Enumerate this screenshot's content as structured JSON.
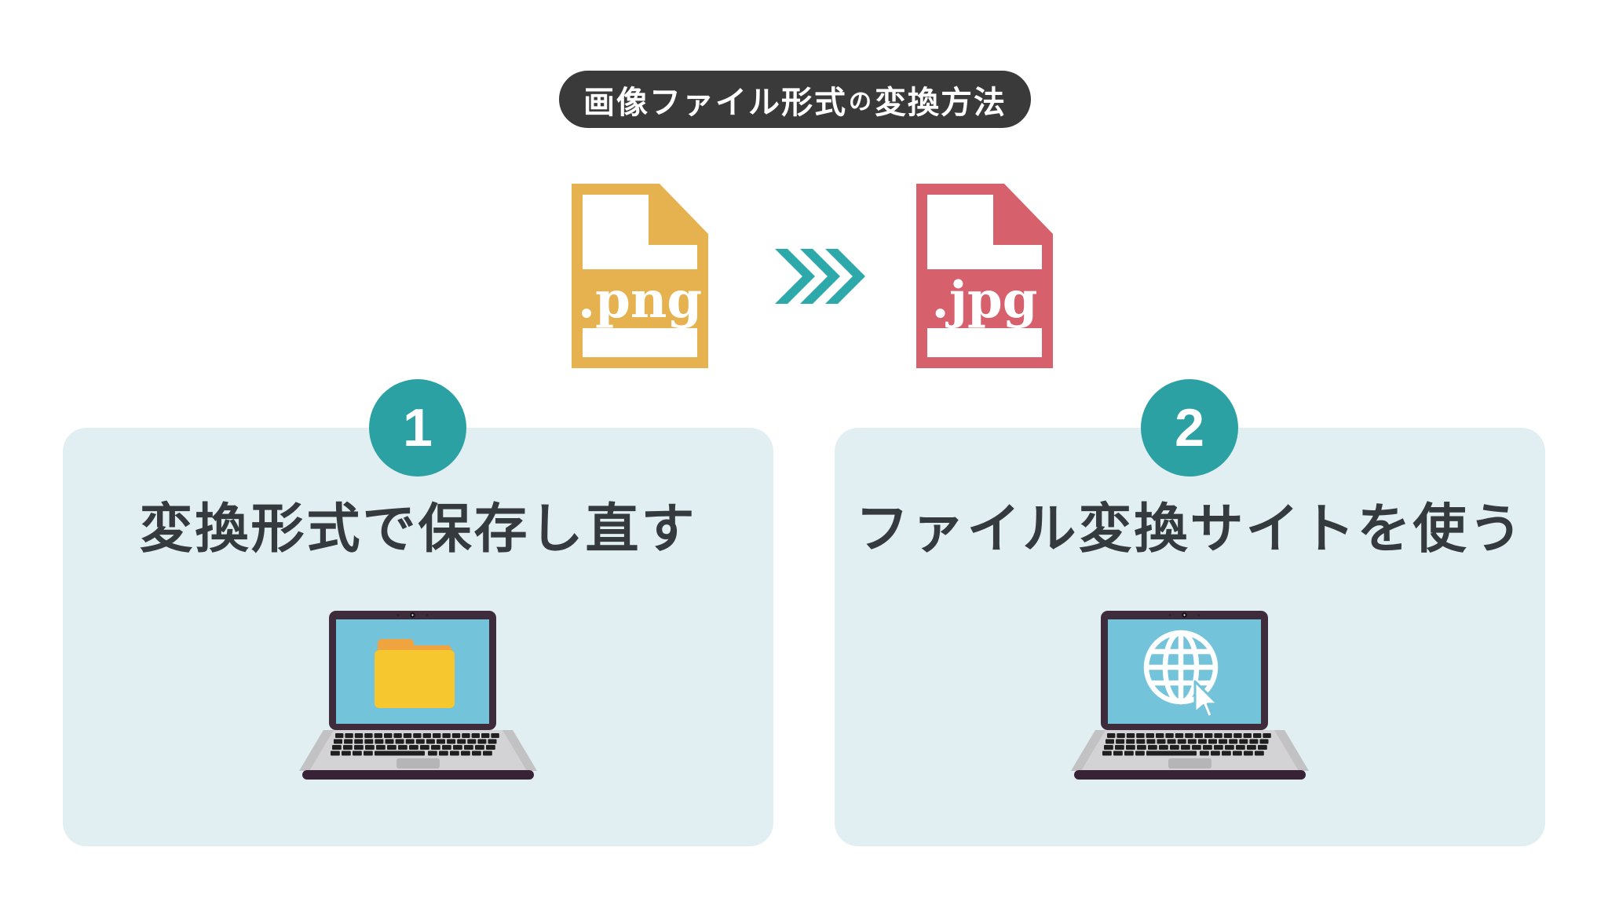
{
  "page": {
    "background": "#FFFFFF"
  },
  "title": {
    "full": "画像ファイル形式の変換方法",
    "part_before": "画像ファイル形式",
    "particle": "の",
    "part_after": "変換方法",
    "bg_color": "#3A3A3A",
    "text_color": "#FFFFFF"
  },
  "conversion": {
    "source_file": {
      "label": ".png",
      "color": "#E6B24F",
      "icon": "png-file-icon"
    },
    "arrow": {
      "icon": "triple-chevron-right-icon",
      "color": "#2EA9AB"
    },
    "target_file": {
      "label": ".jpg",
      "color": "#D7606D",
      "icon": "jpg-file-icon"
    }
  },
  "methods": [
    {
      "number": "1",
      "title": "変換形式で保存し直す",
      "icon": "laptop-with-folder",
      "badge_color": "#2BA1A4",
      "card_color": "#E1EFF2"
    },
    {
      "number": "2",
      "title": "ファイル変換サイトを使う",
      "icon": "laptop-with-globe-and-cursor",
      "badge_color": "#2BA1A4",
      "card_color": "#E1EFF2"
    }
  ],
  "illustration_colors": {
    "heading_text": "#343A3D",
    "laptop_bezel": "#3E2B3C",
    "laptop_screen": "#73C3DA",
    "laptop_deck": "#D3D3D5",
    "laptop_deck_shade": "#C2C2C4",
    "laptop_keys": "#1F1F1F",
    "laptop_trackpad": "#B5B5B7",
    "laptop_base_bar": "#382336",
    "folder_body": "#F6C72E",
    "folder_tab": "#F0A440",
    "globe": "#FFFFFF"
  }
}
